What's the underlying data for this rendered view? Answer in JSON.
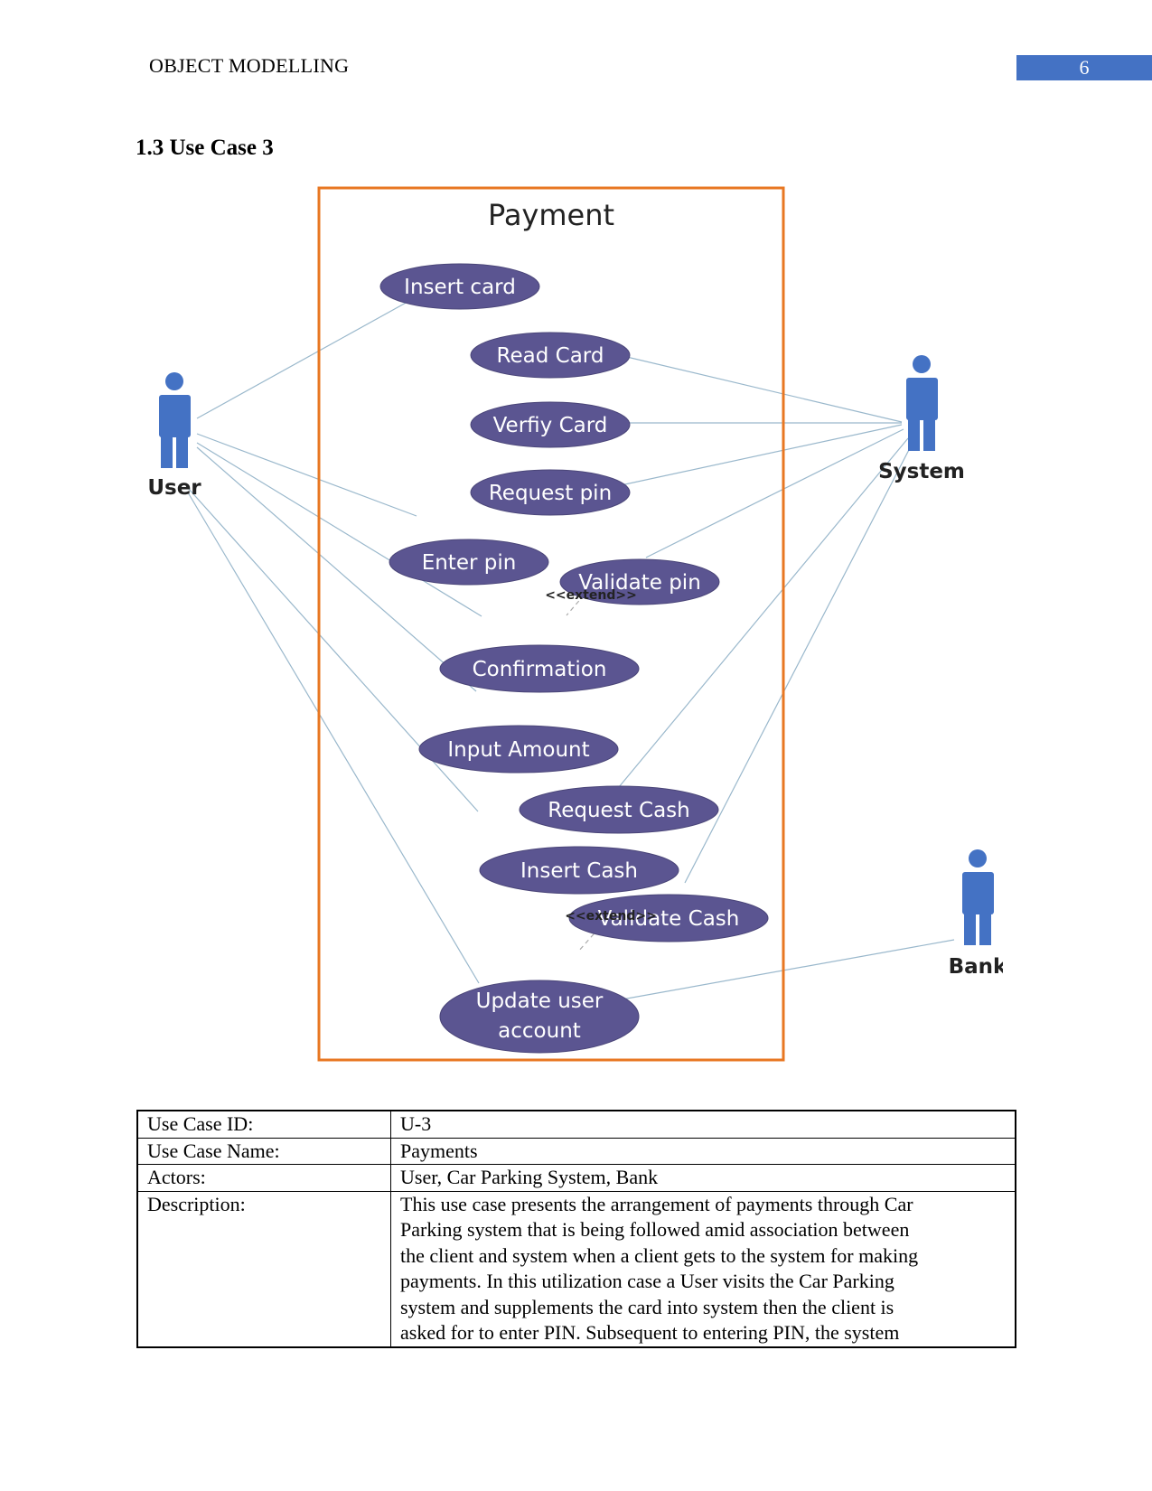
{
  "header": {
    "running_title": "OBJECT MODELLING",
    "page_number": "6",
    "accent_color": "#4472c4"
  },
  "section": {
    "heading": "1.3 Use Case 3"
  },
  "diagram": {
    "system_boundary_title": "Payment",
    "boundary_color": "#e87722",
    "usecase_fill": "#5b5591",
    "actors": {
      "user": "User",
      "system": "System",
      "bank": "Bank"
    },
    "use_cases": {
      "insert_card": "Insert card",
      "read_card": "Read Card",
      "verify_card": "Verfiy Card",
      "request_pin": "Request pin",
      "enter_pin": "Enter pin",
      "validate_pin": "Validate pin",
      "confirmation": "Confirmation",
      "input_amount": "Input Amount",
      "request_cash": "Request Cash",
      "insert_cash": "Insert Cash",
      "validate_cash": "Validate Cash",
      "update_account_line1": "Update user",
      "update_account_line2": "account"
    },
    "stereotype_1": "<<extend>>",
    "stereotype_2": "<<extend>>"
  },
  "table": {
    "rows": [
      {
        "key": "Use Case ID:",
        "value": "U-3"
      },
      {
        "key": "Use Case Name:",
        "value": "Payments"
      },
      {
        "key": "Actors:",
        "value": "User, Car Parking System, Bank"
      }
    ],
    "description_key": "Description:",
    "description_lines": [
      "This use case presents the arrangement of payments through Car",
      "Parking system that is being followed amid association between",
      "the client and system when a client gets to the system for making",
      "payments. In this utilization case a User visits the Car Parking",
      "system and supplements the card into system then the client is",
      "asked for to enter PIN. Subsequent to entering PIN, the system"
    ]
  }
}
